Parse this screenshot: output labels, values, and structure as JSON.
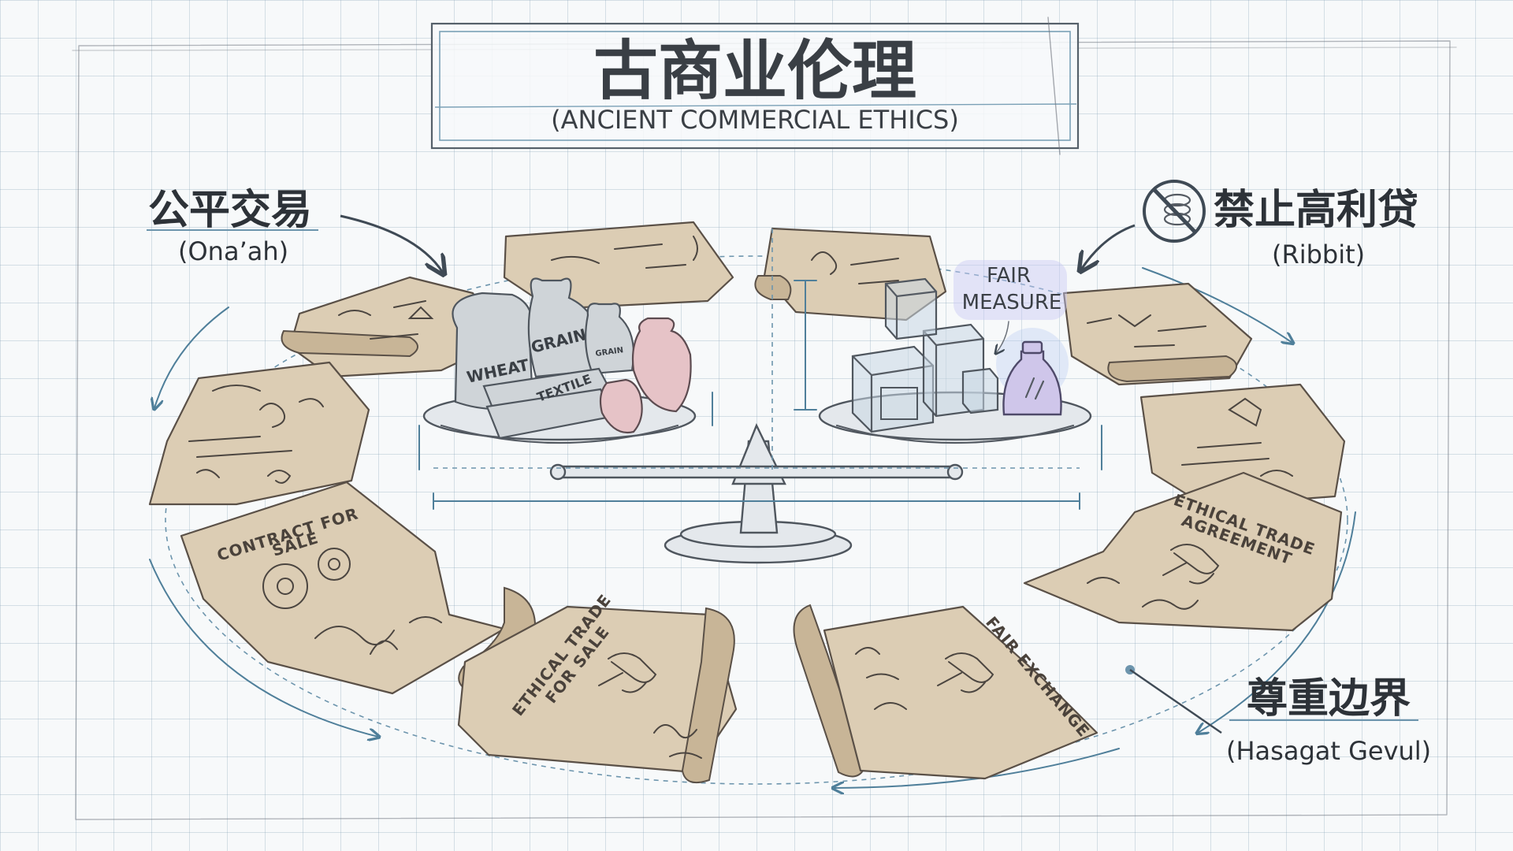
{
  "title": {
    "main": "古商业伦理",
    "subtitle": "(ANCIENT COMMERCIAL ETHICS)"
  },
  "labels": {
    "fair_trade": {
      "zh": "公平交易",
      "en": "(Ona’ah)"
    },
    "no_usury": {
      "zh": "禁止高利贷",
      "en": "(Ribbit)",
      "icon": "no-usury-icon"
    },
    "boundaries": {
      "zh": "尊重边界",
      "en": "(Hasagat Gevul)"
    }
  },
  "scale": {
    "fair_measure": [
      "FAIR",
      "MEASURE"
    ],
    "goods": {
      "wheat": "WHEAT",
      "grain": "GRAIN",
      "grain_small": "GRAIN",
      "textile": "TEXTILE"
    }
  },
  "scrolls": {
    "contract": [
      "CONTRACT FOR",
      "SALE"
    ],
    "ethical_sale": [
      "ETHICAL TRADE",
      "FOR SALE"
    ],
    "fair_exchange": "FAIR EXCHANGE",
    "agreement": [
      "ETHICAL TRADE",
      "AGREEMENT"
    ]
  },
  "colors": {
    "paper": "#dccdb4",
    "accent_blue": "#4f7f9a",
    "pot_pink": "#e6c3c7",
    "weight_lilac": "#cfc6ea"
  }
}
